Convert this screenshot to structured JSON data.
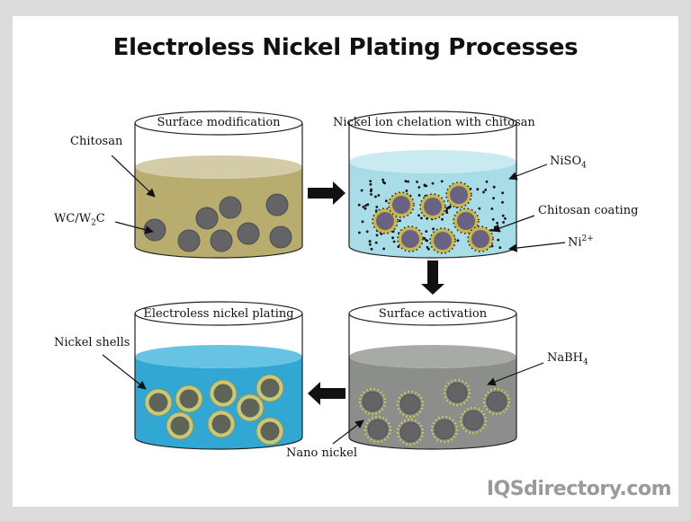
{
  "title": "Electroless Nickel Plating Processes",
  "brand": "IQSdirectory.com",
  "colors": {
    "chitosan_solution": "#b8ac6e",
    "chitosan_surface": "#d4cca8",
    "niso4_solution": "#a8dce6",
    "niso4_surface": "#c9eaf0",
    "activation_solution": "#8c8e8c",
    "activation_surface": "#a8aaa8",
    "plating_solution": "#33a7d3",
    "plating_surface": "#66c3e3",
    "particle": "#646466",
    "particle_core_violet": "#6a6282",
    "chitosan_ring": "#c7b74e",
    "shell_ring": "#c9c77a",
    "ion": "#111111",
    "arrow": "#111111"
  },
  "steps": [
    {
      "id": "surface-modification",
      "title": "Surface modification"
    },
    {
      "id": "chelation",
      "title": "Nickel ion chelation with chitosan"
    },
    {
      "id": "activation",
      "title": "Surface activation"
    },
    {
      "id": "plating",
      "title": "Electroless nickel plating"
    }
  ],
  "labels": {
    "chitosan": "Chitosan",
    "wc_w2c": {
      "a": "WC/W",
      "sub": "2",
      "b": "C"
    },
    "niso4": {
      "a": "NiSO",
      "sub": "4"
    },
    "chitosan_coating": "Chitosan coating",
    "ni_ion": {
      "a": "Ni",
      "sup": "2+"
    },
    "nabh4": {
      "a": "NaBH",
      "sub": "4"
    },
    "nickel_shells": "Nickel shells",
    "nano_nickel": "Nano nickel"
  }
}
